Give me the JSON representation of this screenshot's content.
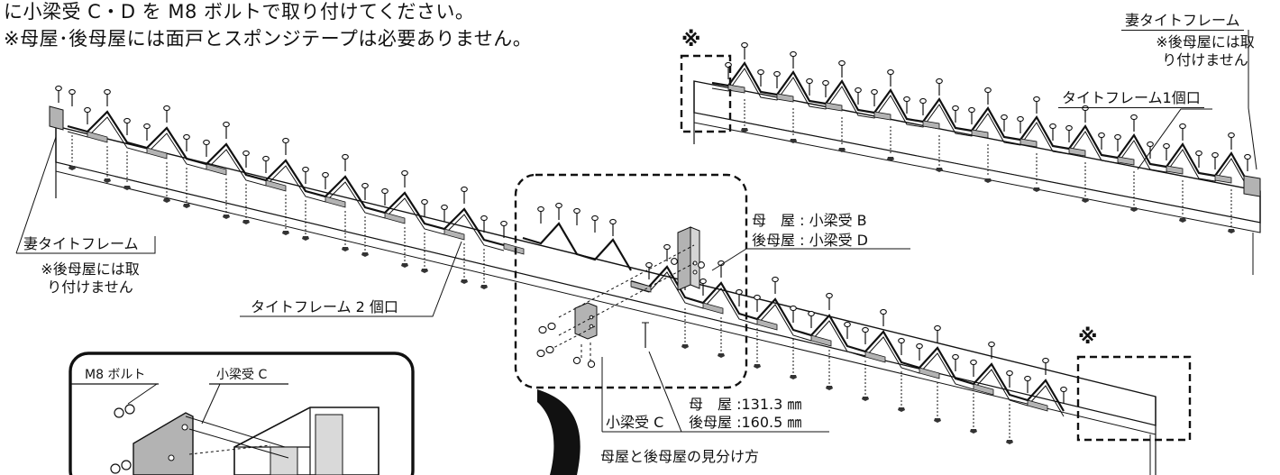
{
  "instructions": {
    "line1": "に小梁受 C・D を M8 ボルトで取り付けてください。",
    "line2": "※母屋･後母屋には面戸とスポンジテープは必要ありません。"
  },
  "labels": {
    "end_tight_frame_right": "妻タイトフレーム",
    "note_not_attached_right_1": "※後母屋には取",
    "note_not_attached_right_2": "り付けません",
    "tight_frame_1": "タイトフレーム1個口",
    "end_tight_frame_left": "妻タイトフレーム",
    "note_not_attached_left_1": "※後母屋には取",
    "note_not_attached_left_2": "り付けません",
    "tight_frame_2": "タイトフレーム 2 個口",
    "purlin_b": "母　屋 : 小梁受 B",
    "rear_purlin_d": "後母屋 : 小梁受 D",
    "small_beam_c_center": "小梁受 C",
    "purlin_dim": "母　屋 :131.3 ㎜",
    "rear_purlin_dim": "後母屋 :160.5 ㎜",
    "distinguish": "母屋と後母屋の見分け方",
    "mark_top": "※",
    "mark_right": "※",
    "inset_bolt": "M8 ボルト",
    "inset_small_beam_c": "小梁受 C"
  },
  "colors": {
    "ink": "#111111",
    "plate": "#b3b3b3",
    "paper": "#ffffff"
  }
}
